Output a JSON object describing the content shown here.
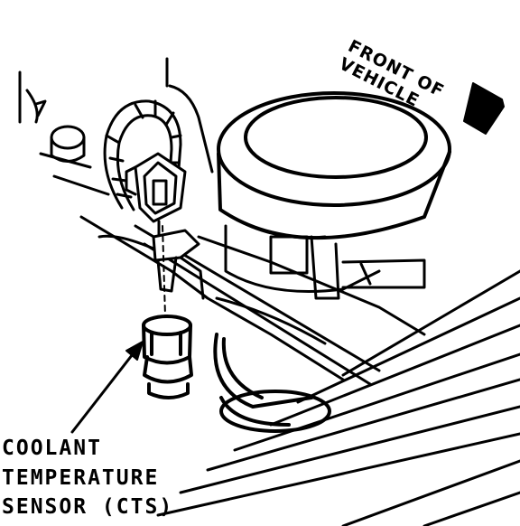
{
  "label_cts": {
    "line1": "COOLANT",
    "line2": "TEMPERATURE",
    "line3": "SENSOR (CTS)"
  },
  "label_front": {
    "line1": "FRONT OF",
    "line2": "VEHICLE"
  },
  "colors": {
    "ink": "#000000",
    "paper": "#ffffff"
  }
}
